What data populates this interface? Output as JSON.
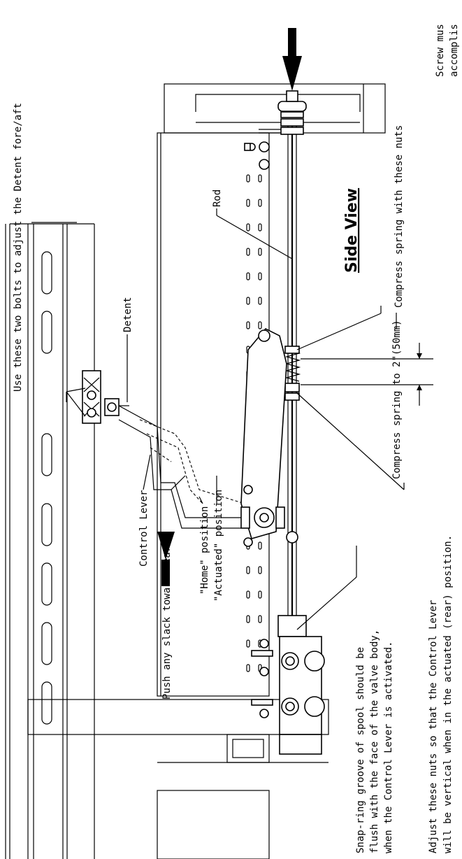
{
  "labels": {
    "screw_must": "Screw mus",
    "accomplis": "accomplis",
    "adjust_detent": "Use these two bolts to adjust the Detent fore/aft",
    "compress_nuts": "Compress spring with these nuts",
    "side_view": "Side View",
    "rod": "Rod",
    "detent": "Detent",
    "compress_2in": "Compress spring to 2\"(50mm)",
    "control_lever": "Control Lever",
    "push_slack": "Push any slack toward rear",
    "home_position": "\"Home\" position",
    "actuated_position": "\"Actuated\" position",
    "snap_ring_1": "Snap-ring groove of spool should be",
    "snap_ring_2": "flush with the face of the valve body,",
    "snap_ring_3": "when the Control Lever is activated.",
    "adjust_nuts_1": "Adjust these nuts so that the Control Lever",
    "adjust_nuts_2": "will be vertical when in the actuated (rear) position."
  }
}
